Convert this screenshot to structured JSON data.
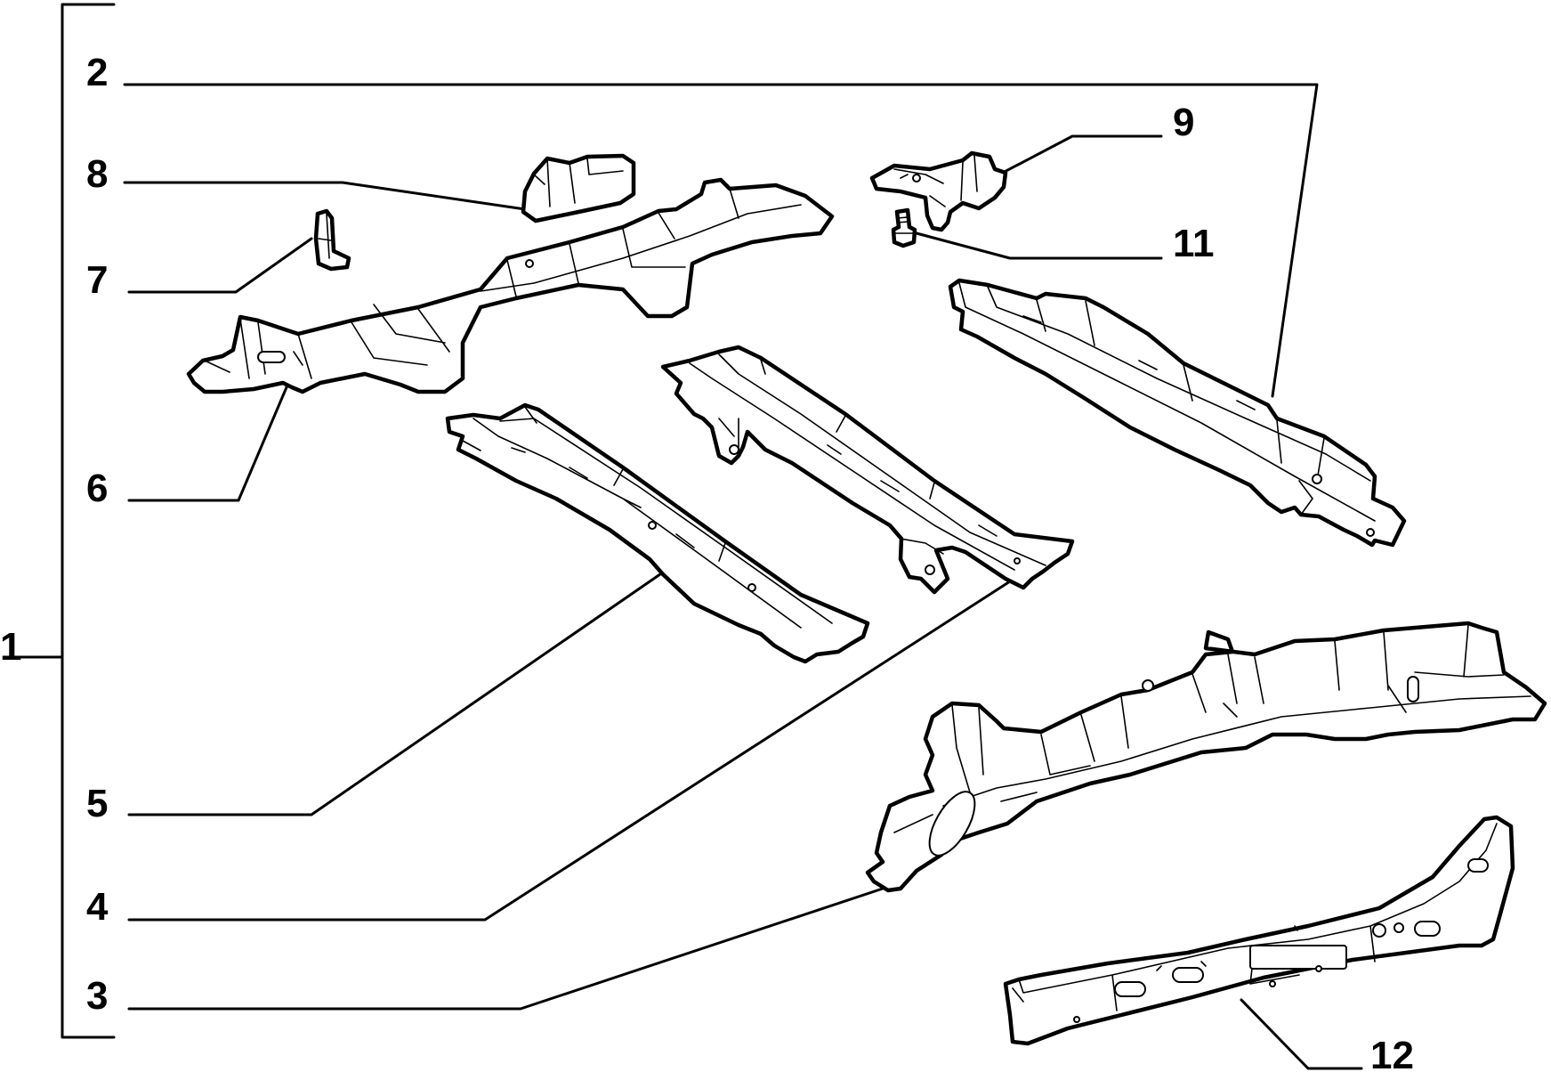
{
  "callouts": {
    "c1": "1",
    "c2": "2",
    "c3": "3",
    "c4": "4",
    "c5": "5",
    "c6": "6",
    "c7": "7",
    "c8": "8",
    "c9": "9",
    "c11": "11",
    "c12": "12"
  }
}
